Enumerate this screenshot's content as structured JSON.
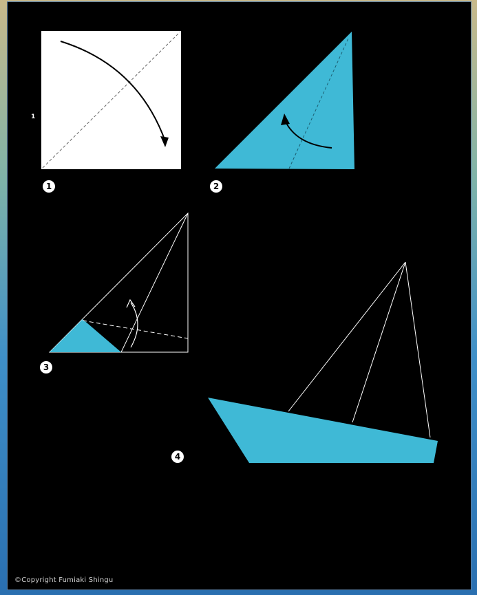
{
  "steps": [
    {
      "label": "1"
    },
    {
      "label": "2"
    },
    {
      "label": "3"
    },
    {
      "label": "4"
    }
  ],
  "side_mark": "1",
  "copyright": "©Copyright Fumiaki Shingu",
  "colors": {
    "paper_color": "#3fb9d6",
    "paper_white": "#ffffff",
    "background": "#000000"
  }
}
